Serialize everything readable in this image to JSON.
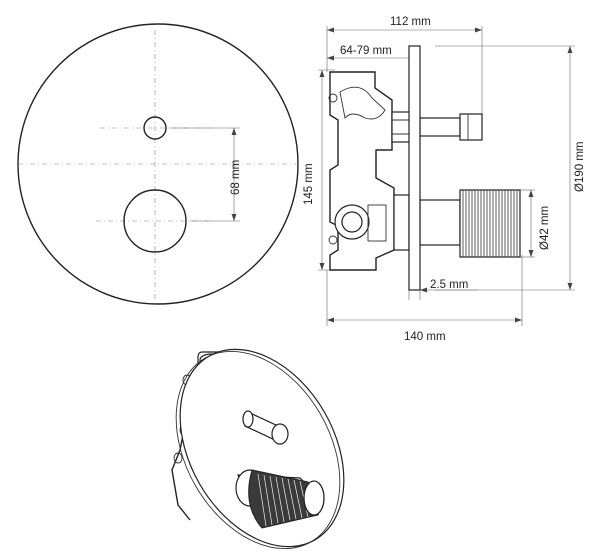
{
  "dimensions": {
    "depth_total": "112 mm",
    "depth_range": "64-79 mm",
    "plate_diameter": "Ø190 mm",
    "handle_spacing": "68 mm",
    "body_height": "145 mm",
    "knob_diameter": "Ø42 mm",
    "plate_thickness": "2.5 mm",
    "body_width": "140 mm"
  },
  "views": [
    "front-view",
    "side-view",
    "isometric-view"
  ]
}
